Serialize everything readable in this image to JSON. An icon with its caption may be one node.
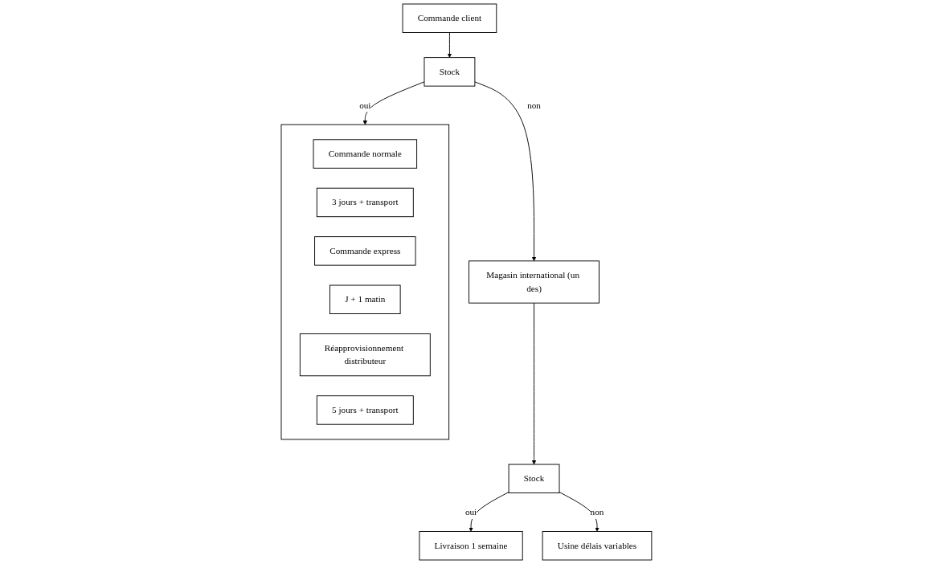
{
  "diagram": {
    "nodes": [
      {
        "text": [
          "Commande client"
        ]
      },
      {
        "text": [
          "Stock"
        ]
      },
      {
        "text": [],
        "shape": "box"
      },
      {
        "text": [
          "Commande normale"
        ],
        "in": 2
      },
      {
        "text": [
          "3 jours + transport"
        ],
        "in": 2
      },
      {
        "text": [
          "Commande express"
        ],
        "in": 2
      },
      {
        "text": [
          "J + 1 matin"
        ],
        "in": 2
      },
      {
        "text": [
          "Réapprovisionnement distributeur"
        ],
        "in": 2
      },
      {
        "text": [
          "5 jours + transport"
        ],
        "in": 2
      },
      {
        "text": [
          "Magasin international (un des)"
        ]
      },
      {
        "text": [
          "Stock"
        ]
      },
      {
        "text": [
          "Livraison 1 semaine"
        ]
      },
      {
        "text": [
          "Usine délais variables"
        ]
      }
    ],
    "edges": [
      {
        "from": 0,
        "to": 1,
        "arrow": "to"
      },
      {
        "from": 1,
        "to": 2,
        "arrow": "to",
        "label": "oui"
      },
      {
        "from": 1,
        "to": 9,
        "arrow": "to",
        "label": "non"
      },
      {
        "from": 9,
        "to": 10,
        "arrow": "to"
      },
      {
        "from": 10,
        "to": 11,
        "arrow": "to",
        "label": "oui"
      },
      {
        "from": 10,
        "to": 12,
        "arrow": "to",
        "label": "non"
      }
    ]
  }
}
